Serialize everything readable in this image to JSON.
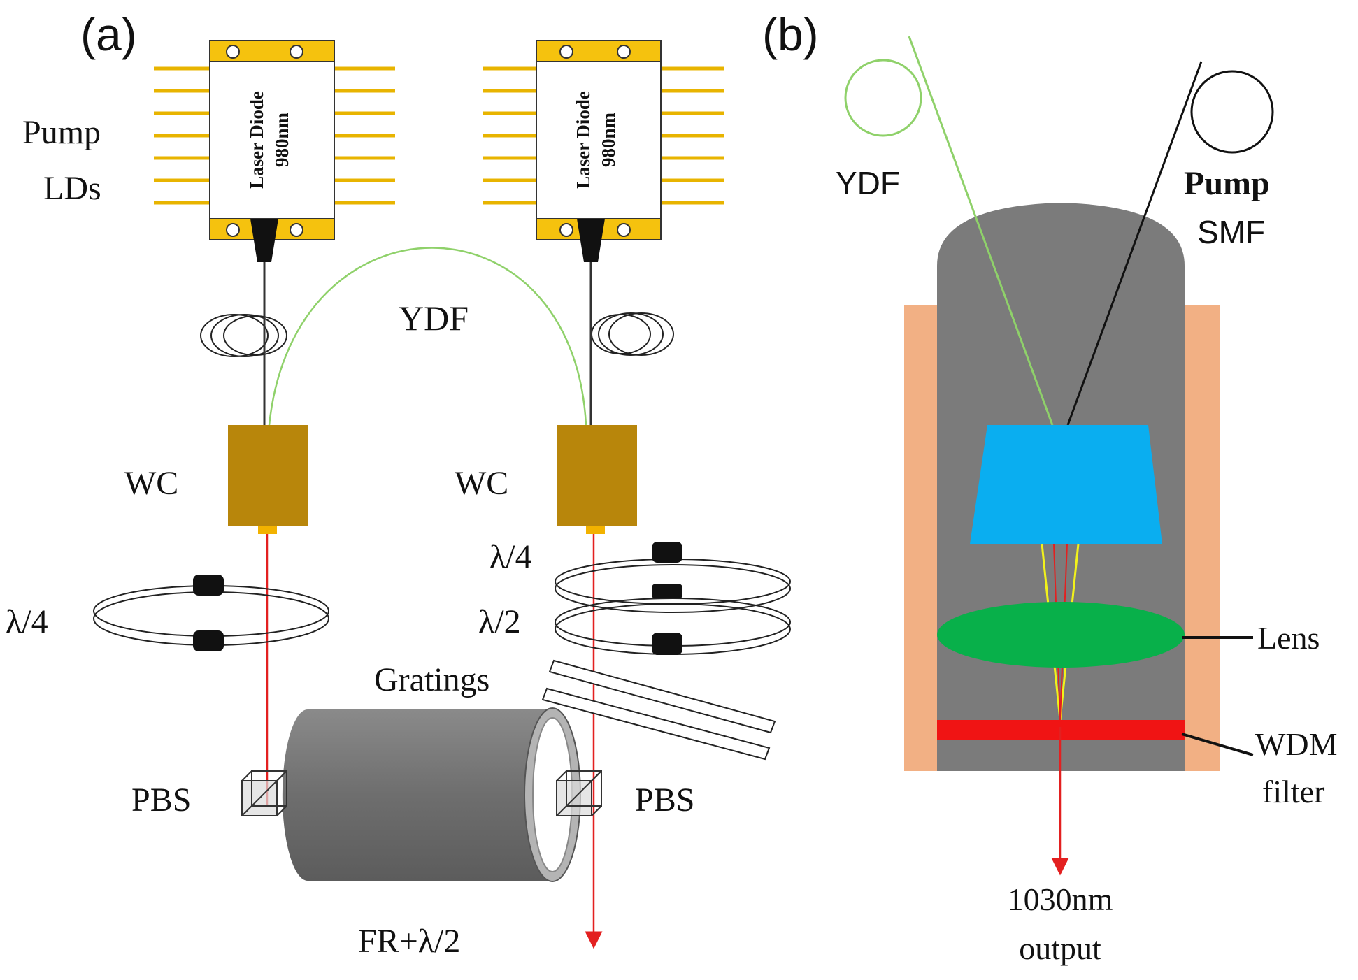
{
  "panel_a": {
    "tag": "(a)",
    "laser_diode_text": "Laser Diode",
    "laser_wavelength": "980nm",
    "pump_label_line1": "Pump",
    "pump_label_line2": "LDs",
    "ydf_label": "YDF",
    "wc_label_left": "WC",
    "wc_label_right": "WC",
    "qwp_label_left": "λ/4",
    "qwp_label_right": "λ/4",
    "hwp_label_right": "λ/2",
    "gratings_label": "Gratings",
    "pbs_label_left": "PBS",
    "pbs_label_right": "PBS",
    "fr_label": "FR+λ/2"
  },
  "panel_b": {
    "tag": "(b)",
    "ydf_label": "YDF",
    "pump_label_line1": "Pump",
    "pump_label_line2": "SMF",
    "lens_label": "Lens",
    "wdm_label_line1": "WDM",
    "wdm_label_line2": "filter",
    "output_label_line1": "1030nm",
    "output_label_line2": "output"
  },
  "colors": {
    "diode_gold": "#f5c20e",
    "pin_gold": "#e8b400",
    "wc_brown": "#b8860b",
    "beam_red": "#e32020",
    "fiber_green": "#8fd16a",
    "housing_gray": "#7b7b7b",
    "wall_peach": "#f2b084",
    "prism_blue": "#0aaef0",
    "lens_green": "#08b04a",
    "filter_red": "#f01414",
    "yellow_ray": "#f2f21a"
  }
}
